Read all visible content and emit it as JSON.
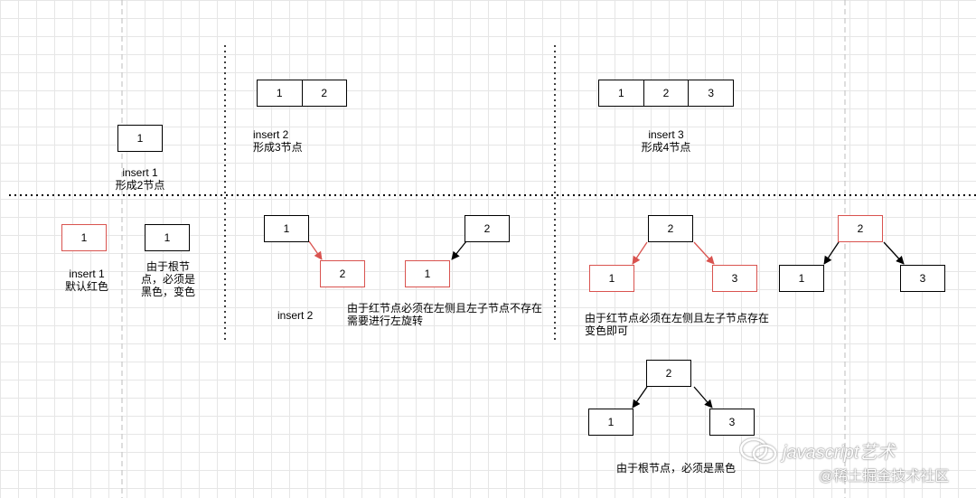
{
  "section_tl": {
    "node": "1",
    "caption_line1": "insert 1",
    "caption_line2": "形成2节点"
  },
  "section_tm": {
    "cells": [
      "1",
      "2"
    ],
    "caption_line1": "insert 2",
    "caption_line2": "形成3节点"
  },
  "section_tr": {
    "cells": [
      "1",
      "2",
      "3"
    ],
    "caption_line1": "insert 3",
    "caption_line2": "形成4节点"
  },
  "section_bl": {
    "red_node": "1",
    "black_node": "1",
    "caption_a_line1": "insert 1",
    "caption_a_line2": "默认红色",
    "caption_b_line1": "由于根节",
    "caption_b_line2": "点，必须是",
    "caption_b_line3": "黑色，变色"
  },
  "section_bm": {
    "tree1_parent": "1",
    "tree1_child": "2",
    "tree2_parent": "2",
    "tree2_child": "1",
    "caption_insert": "insert 2",
    "note_line1": "由于红节点必须在左侧且左子节点不存在",
    "note_line2": "需要进行左旋转"
  },
  "section_br": {
    "tree1_root": "2",
    "tree1_left": "1",
    "tree1_right": "3",
    "tree2_root": "2",
    "tree2_left": "1",
    "tree2_right": "3",
    "note_line1": "由于红节点必须在左侧且左子节点存在",
    "note_line2": "变色即可",
    "tree3_root": "2",
    "tree3_left": "1",
    "tree3_right": "3",
    "note3": "由于根节点，必须是黑色"
  },
  "watermark": {
    "line1": "javascript艺术",
    "line2": "@稀土掘金技术社区"
  },
  "colors": {
    "red": "#d9534f",
    "black": "#000000",
    "grid": "#e6e6e6"
  }
}
